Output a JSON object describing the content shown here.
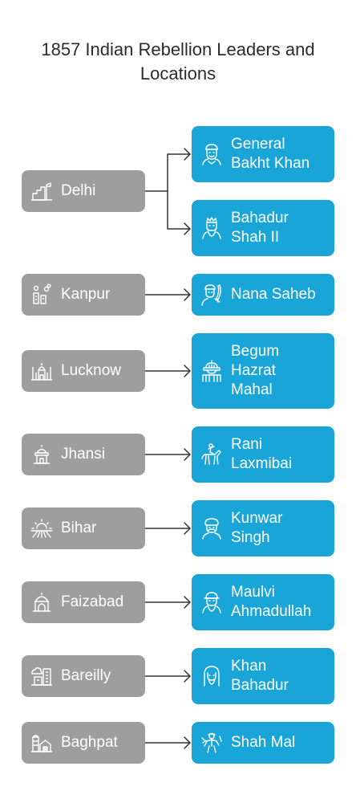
{
  "title": {
    "line1": "1857 Indian Rebellion Leaders and",
    "line2": "Locations"
  },
  "colors": {
    "location_box": "#9e9e9e",
    "leader_box": "#1aa5d9",
    "connector": "#333333",
    "title_text": "#2b2b2b"
  },
  "locations": [
    {
      "label": "Delhi",
      "icon": "fort-icon"
    },
    {
      "label": "Kanpur",
      "icon": "factory-icon"
    },
    {
      "label": "Lucknow",
      "icon": "palace-icon"
    },
    {
      "label": "Jhansi",
      "icon": "temple-icon"
    },
    {
      "label": "Bihar",
      "icon": "sun-field-icon"
    },
    {
      "label": "Faizabad",
      "icon": "mosque-icon"
    },
    {
      "label": "Bareilly",
      "icon": "city-icon"
    },
    {
      "label": "Baghpat",
      "icon": "farm-icon"
    }
  ],
  "leaders": [
    {
      "name": "General\nBakht Khan",
      "icon": "turban-man-icon",
      "location_index": 0
    },
    {
      "name": "Bahadur\nShah II",
      "icon": "crowned-king-icon",
      "location_index": 0
    },
    {
      "name": "Nana Saheb",
      "icon": "warrior-sword-icon",
      "location_index": 1
    },
    {
      "name": "Begum\nHazrat\nMahal",
      "icon": "queen-icon",
      "location_index": 2
    },
    {
      "name": "Rani\nLaxmibai",
      "icon": "horse-rider-icon",
      "location_index": 3
    },
    {
      "name": "Kunwar\nSingh",
      "icon": "bearded-man-icon",
      "location_index": 4
    },
    {
      "name": "Maulvi\nAhmadullah",
      "icon": "cleric-icon",
      "location_index": 5
    },
    {
      "name": "Khan\nBahadur",
      "icon": "hooded-man-icon",
      "location_index": 6
    },
    {
      "name": "Shah Mal",
      "icon": "farmer-icon",
      "location_index": 7
    }
  ]
}
